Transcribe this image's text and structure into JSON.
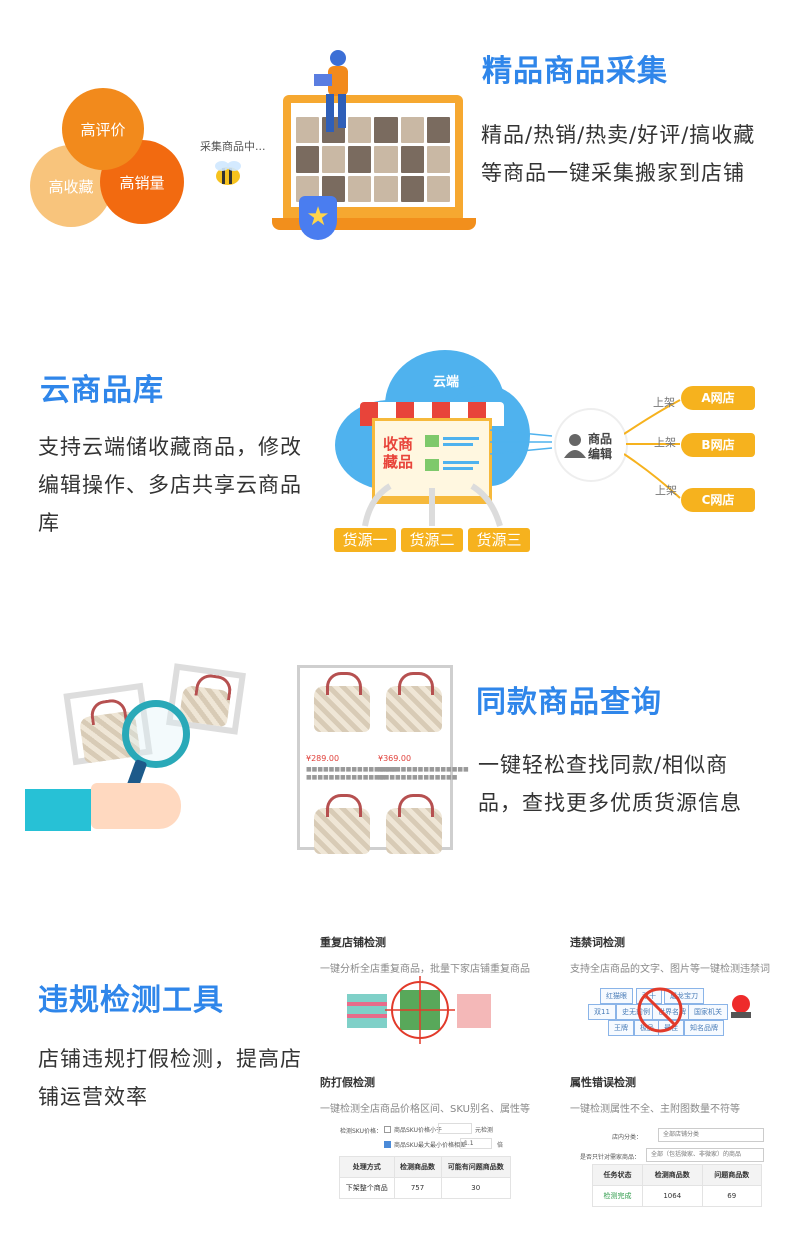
{
  "section1": {
    "title": "精品商品采集",
    "desc": "精品/热销/热卖/好评/搞收藏等商品一键采集搬家到店铺",
    "circles": [
      "高评价",
      "高收藏",
      "高销量"
    ],
    "collecting_label": "采集商品中..."
  },
  "section2": {
    "title": "云商品库",
    "desc": "支持云端储收藏商品，修改编辑操作、多店共享云商品库",
    "cloud_label": "云端",
    "store_label": "收商藏品",
    "editor_label": "商品编辑",
    "shelf_label": "上架",
    "sources": [
      "货源一",
      "货源二",
      "货源三"
    ],
    "shops": [
      "A网店",
      "B网店",
      "C网店"
    ]
  },
  "section3": {
    "title": "同款商品查询",
    "desc": "一键轻松查找同款/相似商品，查找更多优质货源信息",
    "prices": [
      "¥289.00",
      "¥369.00"
    ]
  },
  "section4": {
    "title": "违规检测工具",
    "desc": "店铺违规打假检测，提高店铺运营效率",
    "panels": {
      "repeat": {
        "title": "重复店铺检测",
        "sub": "一键分析全店重复商品，批量下家店铺重复商品"
      },
      "banned": {
        "title": "违禁词检测",
        "sub": "支持全店商品的文字、图片等一键检测违禁词",
        "keywords": [
          "红猫眼",
          "双十",
          "屠龙宝刀",
          "双11",
          "史无前例",
          "世界名牌",
          "国家机关",
          "王牌",
          "极品",
          "最佳",
          "知名品牌"
        ]
      },
      "fake": {
        "title": "防打假检测",
        "sub": "一键检测全店商品价格区间、SKU别名、属性等",
        "label_sku_price": "检测SKU价格：",
        "opt1": "商品SKU价格小于",
        "opt1_unit": "元检测",
        "opt2": "商品SKU最大最小价格相差",
        "opt2_value": "1.1",
        "opt2_unit": "倍",
        "table_headers": [
          "处理方式",
          "检测商品数",
          "可能有问题商品数"
        ],
        "table_row": [
          "下架整个商品",
          "757",
          "30"
        ]
      },
      "attr": {
        "title": "属性错误检测",
        "sub": "一键检测属性不全、主附图数量不符等",
        "label_cat": "店内分类：",
        "cat_value": "全部店铺分类",
        "label_spec": "是否只针对需家商品：",
        "spec_value": "全部（包括微家、非微家）的商品",
        "table_headers": [
          "任务状态",
          "检测商品数",
          "问题商品数"
        ],
        "table_row": [
          "检测完成",
          "1064",
          "69"
        ]
      }
    }
  },
  "colors": {
    "title_blue": "#2f86ea",
    "orange": "#f6b21e",
    "accent_red": "#e8443a"
  }
}
